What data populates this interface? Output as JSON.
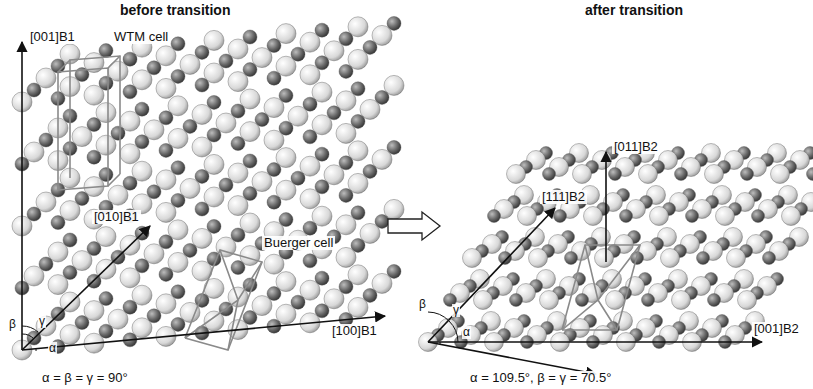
{
  "diagram": {
    "labels": [
      "before transition",
      "after transition",
      "[001]B1",
      "WTM cell",
      "[010]B1",
      "Buerger cell",
      "[100]B1",
      "β",
      "γ",
      "α",
      "α = β = γ = 90°",
      "[111]B2",
      "[011]B2",
      "[001]B2",
      "β",
      "γ",
      "α",
      "α = 109.5°, β = γ = 70.5°"
    ]
  }
}
